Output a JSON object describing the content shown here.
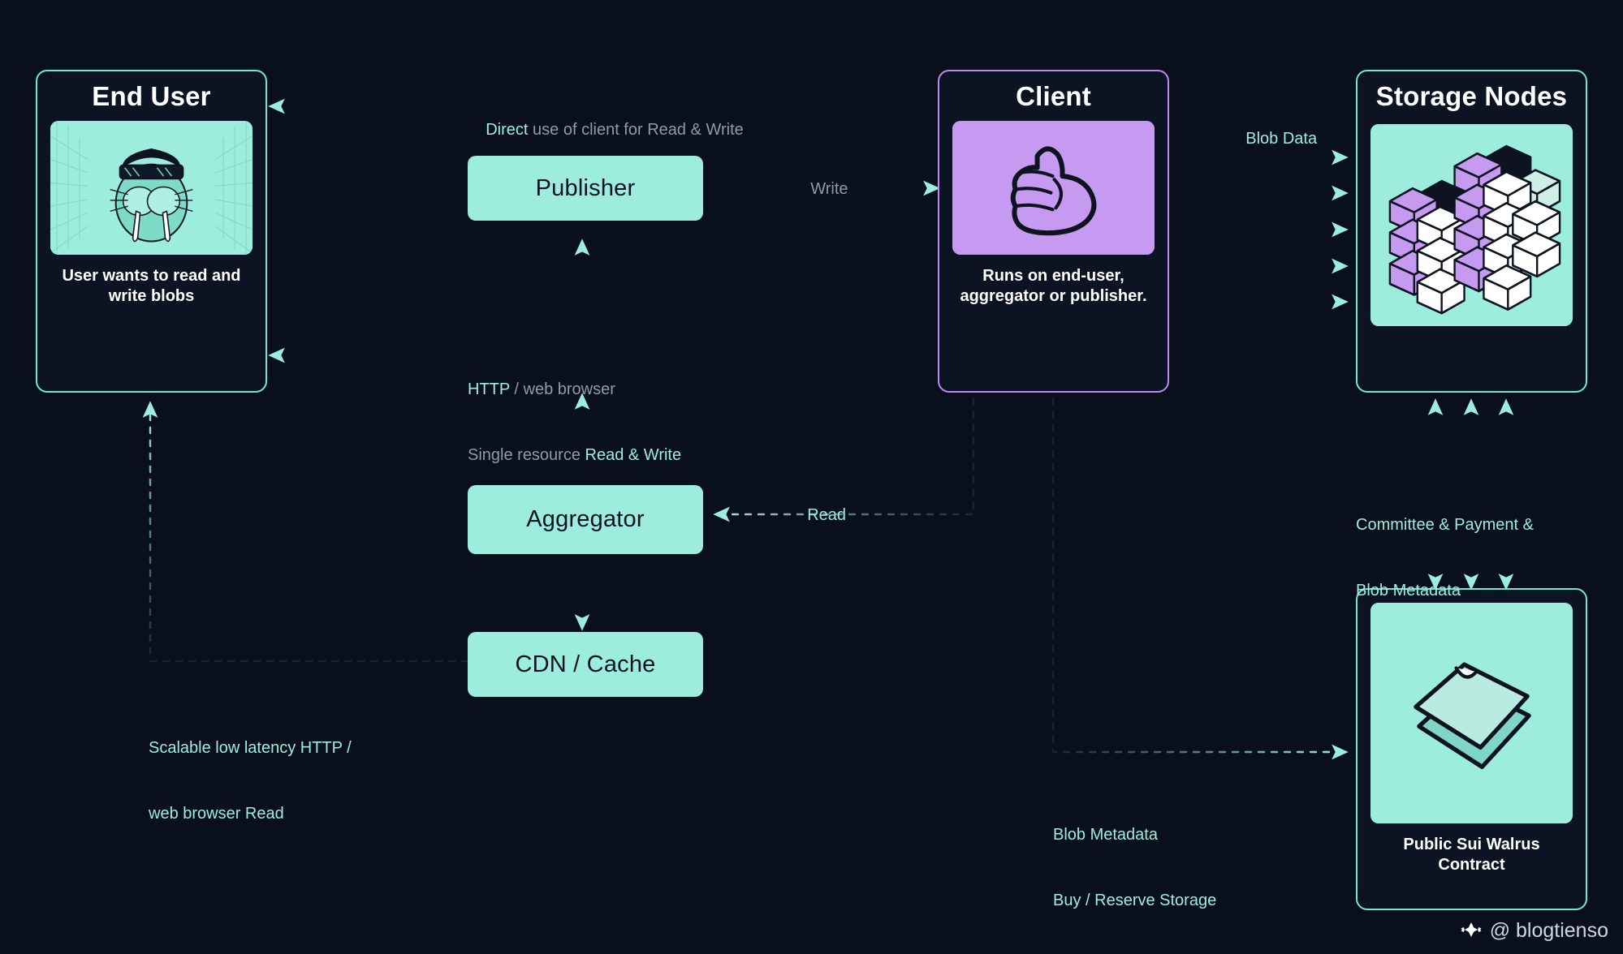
{
  "meta": {
    "background": "#0a0f1c",
    "accent_teal": "#9ceddd",
    "accent_purple": "#c79af2",
    "dim_text": "#8e9aad"
  },
  "nodes": {
    "end_user": {
      "title": "End User",
      "caption": "User wants to read and write blobs",
      "icon": "walrus-avatar-icon"
    },
    "client": {
      "title": "Client",
      "caption": "Runs on end-user, aggregator or publisher.",
      "icon": "thumbs-up-fist-icon"
    },
    "storage_nodes": {
      "title": "Storage Nodes",
      "icon": "server-blocks-icon"
    },
    "contract": {
      "title": "",
      "caption": "Public Sui Walrus Contract",
      "icon": "document-stack-icon"
    },
    "publisher": {
      "label": "Publisher"
    },
    "aggregator": {
      "label": "Aggregator"
    },
    "cdn_cache": {
      "label": "CDN / Cache"
    }
  },
  "labels": {
    "direct_strong": "Direct",
    "direct_rest": " use of client for Read & Write",
    "write": "Write",
    "read": "Read",
    "blob_data": "Blob Data",
    "http_strong": "HTTP",
    "http_rest": " / web browser",
    "single_resource": "Single resource ",
    "read_write_strong": "Read & Write",
    "scalable_line1": "Scalable low latency HTTP /",
    "scalable_line2": "web browser Read",
    "committee_line1": "Committee & Payment &",
    "committee_line2": "Blob Metadata",
    "blob_meta_line1": "Blob Metadata",
    "blob_meta_line2": "Buy / Reserve Storage"
  },
  "watermark": {
    "handle": "@ blogtienso",
    "icon": "sparkle-diamond-icon"
  }
}
